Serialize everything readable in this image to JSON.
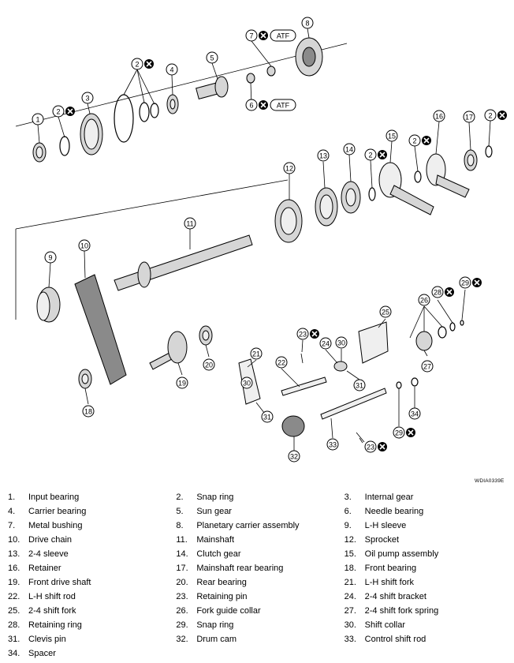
{
  "diagram": {
    "code": "WDIA0339E",
    "atf_label": "ATF",
    "callouts": [
      "1",
      "2",
      "3",
      "4",
      "5",
      "6",
      "7",
      "8",
      "9",
      "10",
      "11",
      "12",
      "13",
      "14",
      "15",
      "16",
      "17",
      "18",
      "19",
      "20",
      "21",
      "22",
      "23",
      "24",
      "25",
      "26",
      "27",
      "28",
      "29",
      "30",
      "31",
      "32",
      "33",
      "34"
    ]
  },
  "legend": {
    "rows": [
      [
        {
          "num": "1.",
          "name": "Input bearing"
        },
        {
          "num": "2.",
          "name": "Snap ring"
        },
        {
          "num": "3.",
          "name": "Internal gear"
        }
      ],
      [
        {
          "num": "4.",
          "name": "Carrier bearing"
        },
        {
          "num": "5.",
          "name": "Sun gear"
        },
        {
          "num": "6.",
          "name": "Needle bearing"
        }
      ],
      [
        {
          "num": "7.",
          "name": "Metal bushing"
        },
        {
          "num": "8.",
          "name": "Planetary carrier assembly"
        },
        {
          "num": "9.",
          "name": "L-H sleeve"
        }
      ],
      [
        {
          "num": "10.",
          "name": "Drive chain"
        },
        {
          "num": "11.",
          "name": "Mainshaft"
        },
        {
          "num": "12.",
          "name": "Sprocket"
        }
      ],
      [
        {
          "num": "13.",
          "name": "2-4 sleeve"
        },
        {
          "num": "14.",
          "name": "Clutch gear"
        },
        {
          "num": "15.",
          "name": "Oil pump assembly"
        }
      ],
      [
        {
          "num": "16.",
          "name": "Retainer"
        },
        {
          "num": "17.",
          "name": "Mainshaft rear bearing"
        },
        {
          "num": "18.",
          "name": "Front bearing"
        }
      ],
      [
        {
          "num": "19.",
          "name": "Front drive shaft"
        },
        {
          "num": "20.",
          "name": "Rear bearing"
        },
        {
          "num": "21.",
          "name": "L-H shift fork"
        }
      ],
      [
        {
          "num": "22.",
          "name": "L-H shift rod"
        },
        {
          "num": "23.",
          "name": "Retaining pin"
        },
        {
          "num": "24.",
          "name": "2-4 shift bracket"
        }
      ],
      [
        {
          "num": "25.",
          "name": "2-4 shift fork"
        },
        {
          "num": "26.",
          "name": "Fork guide collar"
        },
        {
          "num": "27.",
          "name": "2-4 shift fork spring"
        }
      ],
      [
        {
          "num": "28.",
          "name": "Retaining ring"
        },
        {
          "num": "29.",
          "name": "Snap ring"
        },
        {
          "num": "30.",
          "name": "Shift collar"
        }
      ],
      [
        {
          "num": "31.",
          "name": "Clevis pin"
        },
        {
          "num": "32.",
          "name": "Drum cam"
        },
        {
          "num": "33.",
          "name": "Control shift rod"
        }
      ],
      [
        {
          "num": "34.",
          "name": "Spacer"
        }
      ]
    ]
  }
}
